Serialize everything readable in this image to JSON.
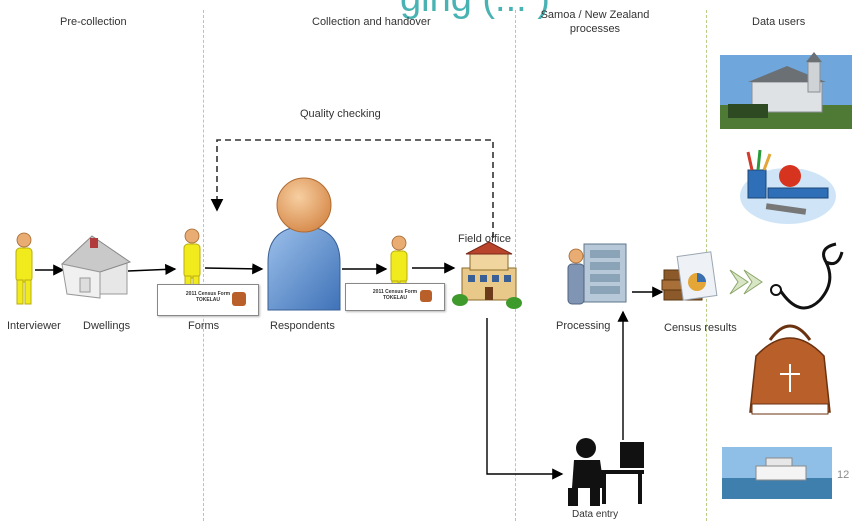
{
  "slide": {
    "title_fragment": "ging (... )",
    "page_number": "12"
  },
  "headers": {
    "pre_collection": "Pre-collection",
    "collection": "Collection and handover",
    "samoa_nz": "Samoa / New Zealand processes",
    "data_users": "Data users"
  },
  "labels": {
    "quality_checking": "Quality checking",
    "field_office": "Field office",
    "interviewer": "Interviewer",
    "dwellings": "Dwellings",
    "forms": "Forms",
    "respondents": "Respondents",
    "processing": "Processing",
    "census_results": "Census results",
    "data_entry": "Data entry"
  },
  "form_card": {
    "line1": "2011 Census Form",
    "line2": "TOKELAU"
  },
  "colors": {
    "person_yellow": "#f1ea1c",
    "respondent_blue": "#5d8fd0",
    "skin": "#e9ac72",
    "title_teal": "#49b3b3",
    "divider_green": "#b9cc88"
  }
}
